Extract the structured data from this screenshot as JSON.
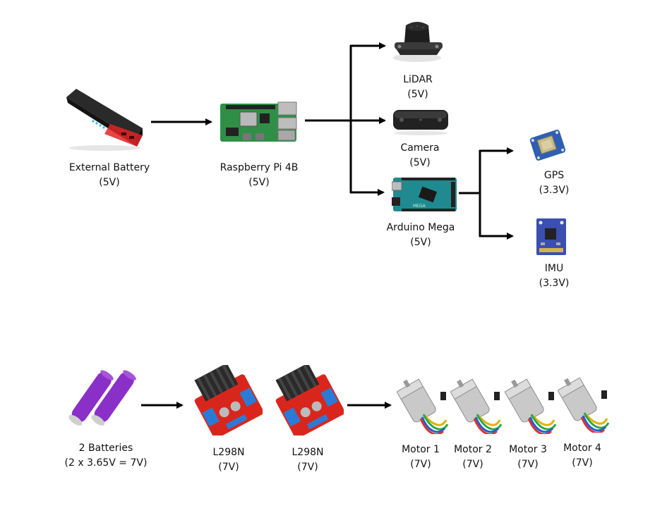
{
  "colors": {
    "arrow": "#000000",
    "battery_body": "#1b1b1b",
    "battery_accent": "#e02525",
    "pcb_green": "#2f8f46",
    "arduino_teal": "#1f8a8f",
    "gps_blue": "#2f5fb3",
    "imu_blue": "#3a4fb0",
    "driver_red": "#d9261c",
    "cell_purple": "#8b2fc9",
    "motor_silver": "#c9c9c9"
  },
  "nodes": {
    "external_battery": {
      "name": "External Battery",
      "voltage": "(5V)",
      "icon": "power-bank-icon"
    },
    "raspberry_pi": {
      "name": "Raspberry Pi 4B",
      "voltage": "(5V)",
      "icon": "raspberry-pi-board-icon"
    },
    "lidar": {
      "name": "LiDAR",
      "voltage": "(5V)",
      "icon": "lidar-sensor-icon"
    },
    "camera": {
      "name": "Camera",
      "voltage": "(5V)",
      "icon": "depth-camera-icon"
    },
    "arduino": {
      "name": "Arduino Mega",
      "voltage": "(5V)",
      "icon": "arduino-board-icon"
    },
    "gps": {
      "name": "GPS",
      "voltage": "(3.3V)",
      "icon": "gps-module-icon"
    },
    "imu": {
      "name": "IMU",
      "voltage": "(3.3V)",
      "icon": "imu-module-icon"
    },
    "batteries": {
      "name": "2 Batteries",
      "voltage": "(2 x 3.65V = 7V)",
      "icon": "battery-cells-icon"
    },
    "driver1": {
      "name": "L298N",
      "voltage": "(7V)",
      "icon": "motor-driver-icon"
    },
    "driver2": {
      "name": "L298N",
      "voltage": "(7V)",
      "icon": "motor-driver-icon"
    },
    "motor1": {
      "name": "Motor 1",
      "voltage": "(7V)",
      "icon": "dc-motor-icon"
    },
    "motor2": {
      "name": "Motor 2",
      "voltage": "(7V)",
      "icon": "dc-motor-icon"
    },
    "motor3": {
      "name": "Motor 3",
      "voltage": "(7V)",
      "icon": "dc-motor-icon"
    },
    "motor4": {
      "name": "Motor 4",
      "voltage": "(7V)",
      "icon": "dc-motor-icon"
    }
  },
  "connections": [
    {
      "from": "external_battery",
      "to": "raspberry_pi"
    },
    {
      "from": "raspberry_pi",
      "to": "lidar"
    },
    {
      "from": "raspberry_pi",
      "to": "camera"
    },
    {
      "from": "raspberry_pi",
      "to": "arduino"
    },
    {
      "from": "arduino",
      "to": "gps"
    },
    {
      "from": "arduino",
      "to": "imu"
    },
    {
      "from": "batteries",
      "to": "driver1"
    },
    {
      "from": "driver2",
      "to": "motor1"
    }
  ]
}
